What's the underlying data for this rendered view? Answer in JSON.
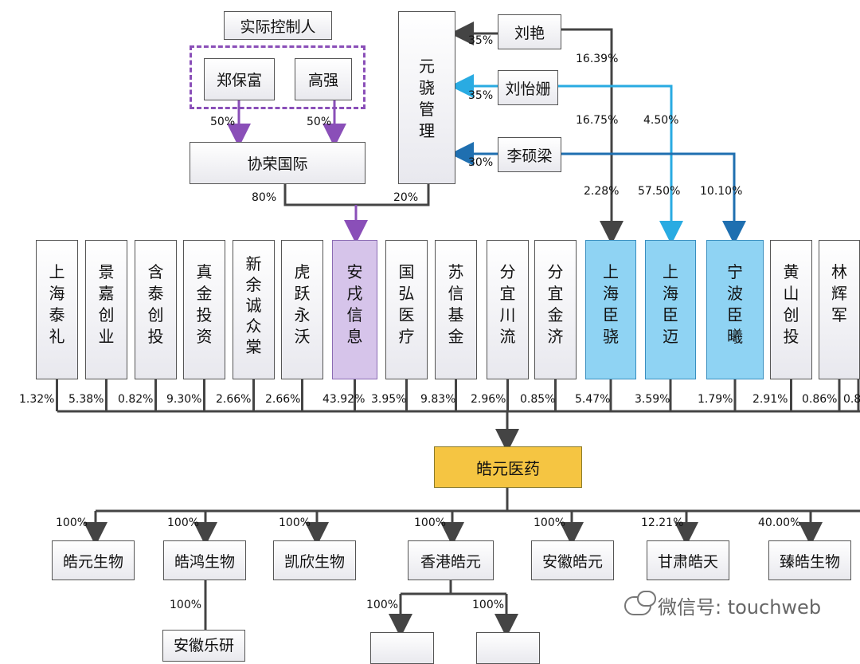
{
  "top": {
    "controller_label": "实际控制人",
    "controllers": [
      "郑保富",
      "高强"
    ],
    "controller_pcts": [
      "50%",
      "50%"
    ],
    "xierong": "协荣国际",
    "xierong_pct": "80%",
    "yuanxiao": "元骁管理",
    "yuanxiao_pct": "20%"
  },
  "persons": [
    {
      "name": "刘艳",
      "pct_to_yuanxiao": "35%",
      "pct_to_fund": "16.39%",
      "pct_fund_hold": "2.28%"
    },
    {
      "name": "刘怡姗",
      "pct_to_yuanxiao": "35%",
      "pct_to_fund": "16.75%",
      "pct_fund_hold": "57.50%",
      "pct_other": "4.50%"
    },
    {
      "name": "李硕梁",
      "pct_to_yuanxiao": "30%",
      "pct_fund_hold": "10.10%"
    }
  ],
  "shareholders": [
    {
      "name": "上海泰礼",
      "pct": "1.32%",
      "style": "normal"
    },
    {
      "name": "景嘉创业",
      "pct": "5.38%",
      "style": "normal"
    },
    {
      "name": "含泰创投",
      "pct": "0.82%",
      "style": "normal"
    },
    {
      "name": "真金投资",
      "pct": "9.30%",
      "style": "normal"
    },
    {
      "name": "新余诚众棠",
      "pct": "2.66%",
      "style": "normal"
    },
    {
      "name": "虎跃永沃",
      "pct": "2.66%",
      "style": "normal"
    },
    {
      "name": "安戌信息",
      "pct": "43.92%",
      "style": "purple"
    },
    {
      "name": "国弘医疗",
      "pct": "3.95%",
      "style": "normal"
    },
    {
      "name": "苏信基金",
      "pct": "9.83%",
      "style": "normal"
    },
    {
      "name": "分宜川流",
      "pct": "2.96%",
      "style": "normal"
    },
    {
      "name": "分宜金济",
      "pct": "0.85%",
      "style": "normal"
    },
    {
      "name": "上海臣骁",
      "pct": "5.47%",
      "style": "blue"
    },
    {
      "name": "上海臣迈",
      "pct": "3.59%",
      "style": "blue"
    },
    {
      "name": "宁波臣曦",
      "pct": "1.79%",
      "style": "blue"
    },
    {
      "name": "黄山创投",
      "pct": "2.91%",
      "style": "normal"
    },
    {
      "name": "林辉军",
      "pct": "0.86%",
      "style": "normal"
    }
  ],
  "last_pct_partial": "0.8",
  "company": "皓元医药",
  "subsidiaries": [
    {
      "name": "皓元生物",
      "pct": "100%"
    },
    {
      "name": "皓鸿生物",
      "pct": "100%"
    },
    {
      "name": "凯欣生物",
      "pct": "100%"
    },
    {
      "name": "香港皓元",
      "pct": "100%"
    },
    {
      "name": "安徽皓元",
      "pct": "100%"
    },
    {
      "name": "甘肃皓天",
      "pct": "12.21%"
    },
    {
      "name": "臻皓生物",
      "pct": "40.00%"
    }
  ],
  "sub_pcts": {
    "haohong_child": "100%",
    "hk_child_1": "100%",
    "hk_child_2": "100%"
  },
  "partial_bottom": "安徽乐研",
  "watermark": "微信号: touchweb",
  "colors": {
    "purple": "#8a4fb8",
    "light_blue": "#29abe2",
    "dark_blue": "#1f6fb0",
    "gold": "#f5c542"
  }
}
